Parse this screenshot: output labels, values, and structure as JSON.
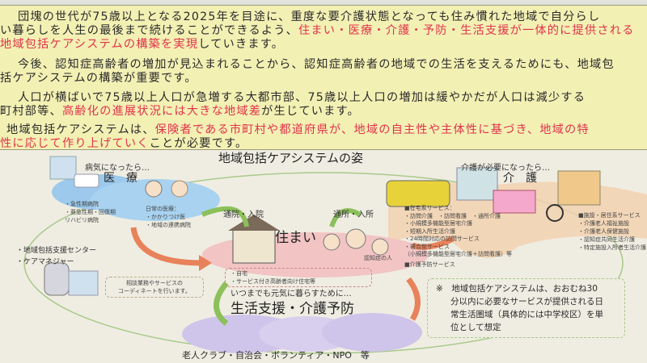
{
  "intro": {
    "lines": [
      [
        {
          "t": "団塊の世代が75歳以上となる2025年を目途に、重度な要介護状態となっても住み慣れた地域で自分らし",
          "red": false
        }
      ],
      [
        {
          "t": "い暮らしを人生の最後まで続けることができるよう、",
          "red": false
        },
        {
          "t": "住まい・医療・介護・予防・生活支援が一体的に提供される",
          "red": true
        }
      ],
      [
        {
          "t": "地域包括ケアシステムの構築を実現",
          "red": true
        },
        {
          "t": "していきます。",
          "red": false
        }
      ],
      [
        {
          "t": "今後、認知症高齢者の増加が見込まれることから、認知症高齢者の地域での生活を支えるためにも、地域包",
          "red": false
        }
      ],
      [
        {
          "t": "括ケアシステムの構築が重要です。",
          "red": false
        }
      ],
      [
        {
          "t": "人口が横ばいで75歳以上人口が急増する大都市部、75歳以上人口の増加は緩やかだが人口は減少する",
          "red": false
        }
      ],
      [
        {
          "t": "町村部等、",
          "red": false
        },
        {
          "t": "高齢化の進展状況には大きな地域差",
          "red": true
        },
        {
          "t": "が生じています。",
          "red": false
        }
      ],
      [
        {
          "t": "地域包括ケアシステムは、",
          "red": false
        },
        {
          "t": "保険者である市町村や都道府県が、地域の自主性や主体性に基づき、地域の特",
          "red": true
        }
      ],
      [
        {
          "t": "性に応じて作り上げていく",
          "red": true
        },
        {
          "t": "ことが必要です。",
          "red": false
        }
      ]
    ]
  },
  "diagram": {
    "title": "地域包括ケアシステムの姿",
    "medical": {
      "caption": "病気になったら…",
      "heading": "医　療",
      "hospital": [
        "・急性期病院",
        "・亜急性期・回復期",
        "リハビリ病院"
      ],
      "daily": [
        "日常の医療：",
        "・かかりつけ医",
        "・地域の連携病院"
      ]
    },
    "support_center": [
      "・地域包括支援センター",
      "・ケアマネジャー"
    ],
    "coordinate": [
      "相談業務やサービスの",
      "コーディネートを行います。"
    ],
    "arrow_hospital": "通院・入院",
    "arrow_facility": "通所・入所",
    "home": {
      "heading": "住まい",
      "items": [
        "・自宅",
        "・サービス付き高齢者向け住宅等"
      ],
      "dementia": "認知症の人"
    },
    "prevention": {
      "caption": "いつまでも元気に暮らすために…",
      "heading": "生活支援・介護予防",
      "groups": "老人クラブ・自治会・ボランティア・NPO　等"
    },
    "care": {
      "caption": "介護が必要になったら…",
      "heading": "介　護",
      "home_services": [
        "■在宅系サービス：",
        "・訪問介護　・訪問看護　・通所介護",
        "・小規模多機能型居宅介護",
        "・短期入所生活介護",
        "・24時間対応の訪問サービス",
        "・複合型サービス",
        "（小規模多機能型居宅介護＋訪問看護）等",
        "■介護予防サービス"
      ],
      "facility_services": [
        "■施設・居住系サービス",
        "・介護老人福祉施設",
        "・介護老人保健施設",
        "・認知症共同生活介護",
        "・特定施設入所者生活介護"
      ]
    },
    "note": [
      "※　地域包括ケアシステムは、おおむね30",
      "分以内に必要なサービスが提供される日",
      "常生活圏域（具体的には中学校区）を単",
      "位として想定"
    ]
  },
  "colors": {
    "red": "#e0334a",
    "yellow": "#f3f0b4",
    "blue": "#9cc9ec",
    "pink": "#f2c4c4",
    "orange": "#e8825a",
    "green": "#8cc05a"
  }
}
